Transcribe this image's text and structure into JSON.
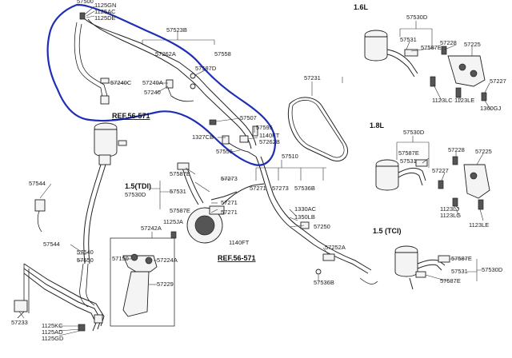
{
  "section_titles": {
    "s16": "1.6L",
    "s18": "1.8L",
    "s15tdi": "1.5(TDI)",
    "s15tci": "1.5 (TCI)"
  },
  "references": {
    "ref_upper": "REF.56-571",
    "ref_lower": "REF.56-571"
  },
  "main_labels": {
    "t57500": "57500",
    "t1125gn": "1125GN",
    "t1125ac": "1125AC",
    "t1125de": "1125DE",
    "t57523b": "57523B",
    "t57262a": "57262A",
    "t57558": "57558",
    "t57240c": "57240C",
    "t57240a": "57240A",
    "t57240": "57240",
    "t57587d": "57587D",
    "t57231": "57231",
    "t57507": "57507",
    "t57595": "57595",
    "t1140ft_a": "1140FT",
    "t57262b": "57262B",
    "t1327cb": "1327CB",
    "t57556": "57556",
    "t57510": "57510",
    "t57544_a": "57544",
    "t57587e_main": "57587E",
    "t57273": "57273",
    "t57530d_main": "57530D",
    "t57531_main": "57531",
    "t57271_a": "57271",
    "t57271_b": "57271",
    "t57273_b": "57273",
    "t57536b": "57536B",
    "t57587e_b": "57587E",
    "t57271_c": "57271",
    "t1125ja": "1125JA",
    "t57242a": "57242A",
    "t1140ft_b": "1140FT",
    "t1330ac": "1330AC",
    "t1350lb": "1350LB",
    "t57250": "57250",
    "t57544_b": "57544",
    "t57540": "57540",
    "t57550": "57550",
    "t57150": "57150",
    "t57224a": "57224A",
    "t57229": "57229",
    "t57252a": "57252A",
    "t57536b_b": "57536B",
    "t57233": "57233",
    "t1125kc": "1125KC",
    "t1125ad": "1125AD",
    "t1125gd": "1125GD"
  },
  "panel_16": {
    "t57530d": "57530D",
    "t57531": "57531",
    "t57587e": "57587E",
    "t57228": "57228",
    "t57225": "57225",
    "t57227": "57227",
    "t1123lc": "1123LC",
    "t1123le": "1123LE",
    "t1360gj": "1360GJ"
  },
  "panel_18": {
    "t57530d": "57530D",
    "t57587e": "57587E",
    "t57531": "57531",
    "t57228": "57228",
    "t57225": "57225",
    "t57227": "57227",
    "t1123lj": "1123LJ",
    "t1123lg": "1123LG",
    "t1123le": "1123LE"
  },
  "panel_15tci": {
    "t57587e": "57587E",
    "t57531": "57531",
    "t57530d": "57530D",
    "t57587e_b": "57587E"
  },
  "colors": {
    "annotation": "#1f2fb5",
    "line": "#222222",
    "background": "#ffffff"
  }
}
